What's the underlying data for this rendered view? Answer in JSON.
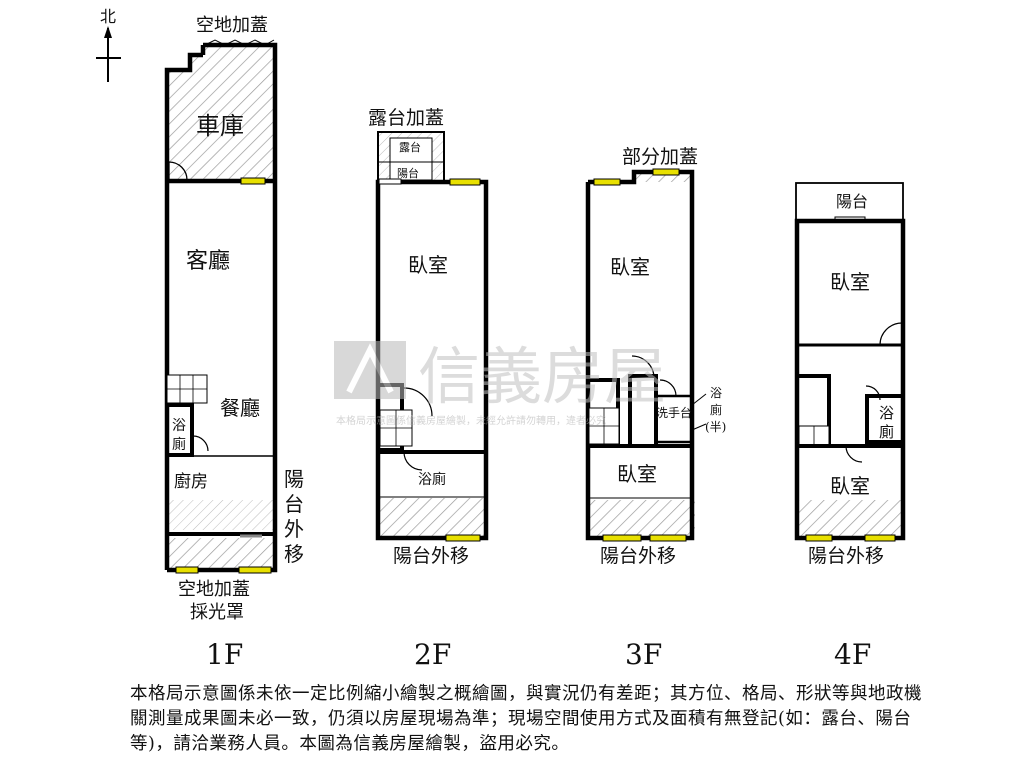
{
  "compass": {
    "label": "北"
  },
  "floors": {
    "f1": {
      "label": "1F",
      "rooms": {
        "garage": "車庫",
        "living": "客廳",
        "dining": "餐廳",
        "bath_top": "浴",
        "bath_bottom": "廁",
        "kitchen": "廚房"
      },
      "annotations": {
        "top": "空地加蓋",
        "bottom_1": "空地加蓋",
        "bottom_2": "採光罩",
        "side_1": "陽",
        "side_2": "台",
        "side_3": "外",
        "side_4": "移"
      }
    },
    "f2": {
      "label": "2F",
      "rooms": {
        "dew_terrace": "露台",
        "balcony": "陽台",
        "bedroom": "臥室",
        "bath": "浴廁"
      },
      "annotations": {
        "top": "露台加蓋",
        "bottom": "陽台外移"
      }
    },
    "f3": {
      "label": "3F",
      "rooms": {
        "bedroom_top": "臥室",
        "washroom": "洗手台",
        "bedroom_bottom": "臥室"
      },
      "annotations": {
        "top": "部分加蓋",
        "half_bath_1": "浴",
        "half_bath_2": "廁",
        "half_bath_3": "(半)",
        "bottom": "陽台外移"
      }
    },
    "f4": {
      "label": "4F",
      "rooms": {
        "balcony": "陽台",
        "bedroom_top": "臥室",
        "bath_top": "浴",
        "bath_bottom": "廁",
        "bedroom_bottom": "臥室"
      },
      "annotations": {
        "bottom": "陽台外移"
      }
    }
  },
  "watermark": {
    "brand": "信義房屋",
    "notice": "本格局示意圖係信義房屋繪製，未經允許請勿轉用，違者必究"
  },
  "disclaimer": "本格局示意圖係未依一定比例縮小繪製之概繪圖，與實況仍有差距；其方位、格局、形狀等與地政機關測量成果圖未必一致，仍須以房屋現場為準；現場空間使用方式及面積有無登記(如：露台、陽台等)，請洽業務人員。本圖為信義房屋繪製，盜用必究。",
  "colors": {
    "wall": "#000000",
    "window": "#e8e000",
    "hatch": "#9a9a9a",
    "watermark": "#c8c8c8"
  }
}
